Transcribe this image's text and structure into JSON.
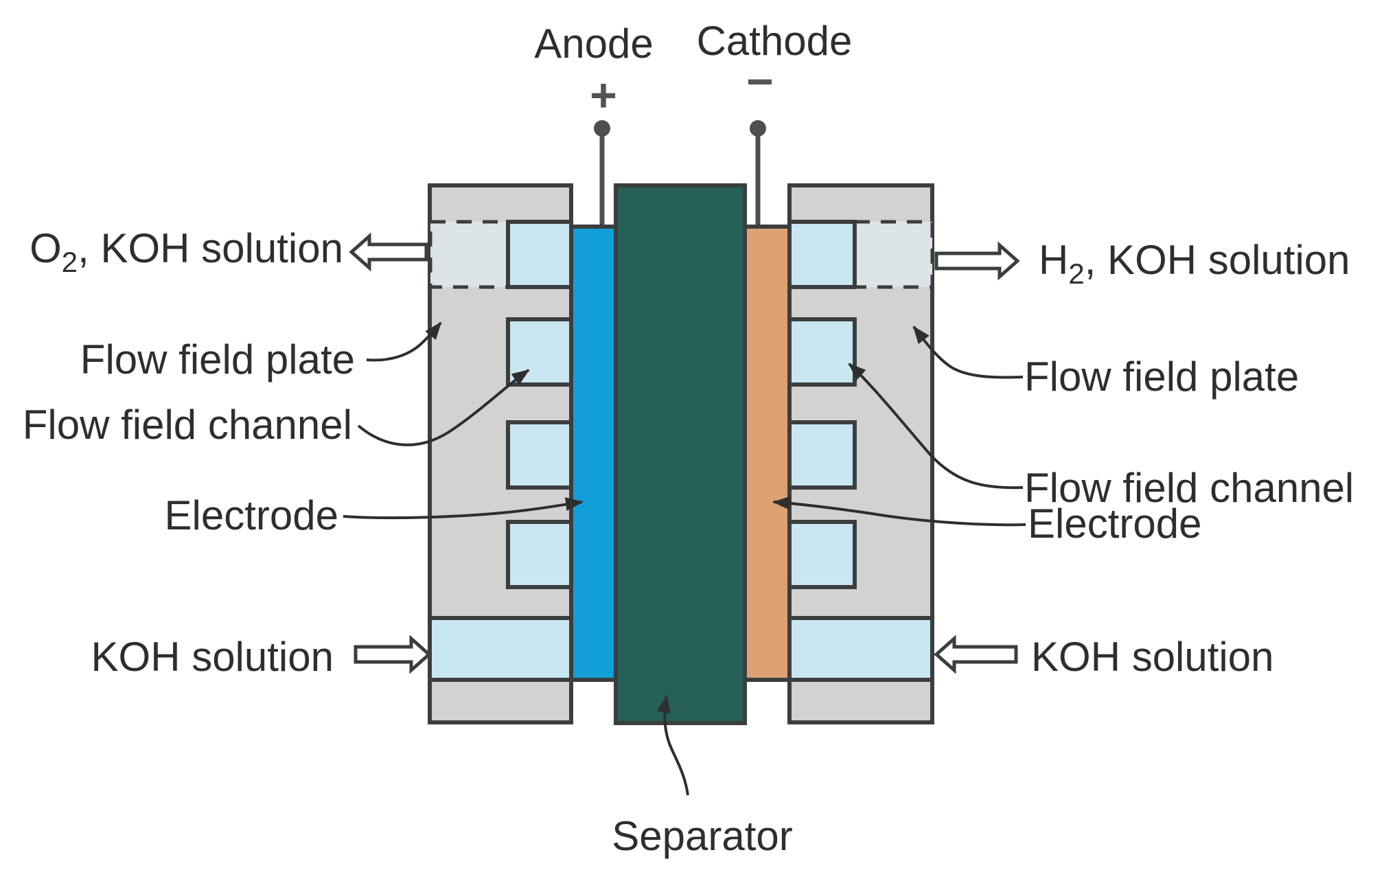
{
  "diagram": {
    "terminals": {
      "anode": {
        "label": "Anode",
        "polarity": "+"
      },
      "cathode": {
        "label": "Cathode",
        "polarity": "−"
      }
    },
    "left_labels": {
      "gas_formula": "O",
      "gas_subscript": "2",
      "gas_rest": ", KOH solution",
      "flow_field_plate": "Flow field plate",
      "flow_field_channel": "Flow field channel",
      "electrode": "Electrode",
      "koh": "KOH solution"
    },
    "right_labels": {
      "gas_formula": "H",
      "gas_subscript": "2",
      "gas_rest": ", KOH solution",
      "flow_field_plate": "Flow field plate",
      "flow_field_channel": "Flow field channel",
      "electrode": "Electrode",
      "koh": "KOH solution"
    },
    "separator_label": "Separator",
    "colors": {
      "plate": "#d2d2d2",
      "channel_fluid": "#c9e6f3",
      "outlet_region": "#dce4e7",
      "anode_electrode": "#129fd8",
      "cathode_electrode": "#dda173",
      "separator_membrane": "#266058",
      "outline": "#3a3e3e",
      "wire": "#4f4f4f",
      "text": "#2e2e2e"
    }
  }
}
